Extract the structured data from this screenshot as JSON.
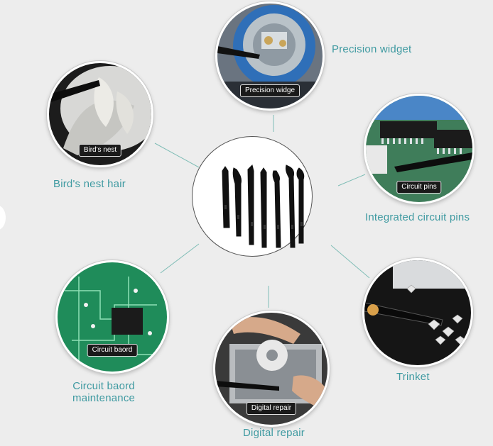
{
  "colors": {
    "accent": "#3f9aa1",
    "connector": "#7fbdb6",
    "tag_bg": "#1a1a1a",
    "background": "#ededed"
  },
  "center": {
    "icon": "tweezers-set-icon"
  },
  "applications": {
    "precision_widget": {
      "tag": "Precision widge",
      "caption": "Precision widget"
    },
    "birds_nest": {
      "tag": "Bird's nest",
      "caption": "Bird's nest hair"
    },
    "circuit_pins": {
      "tag": "Circuit pins",
      "caption": "Integrated circuit pins"
    },
    "circuit_board": {
      "tag": "Circuit baord",
      "caption_line1": "Circuit baord",
      "caption_line2": "maintenance"
    },
    "trinket": {
      "caption": "Trinket"
    },
    "digital_repair": {
      "tag": "Digital repair",
      "caption": "Digital repair"
    }
  }
}
